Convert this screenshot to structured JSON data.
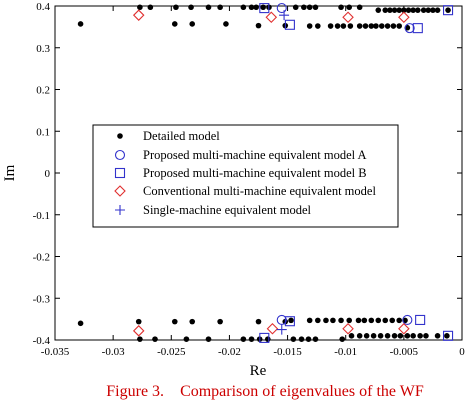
{
  "chart_data": {
    "type": "scatter",
    "title": "",
    "xlabel": "Re",
    "ylabel": "Im",
    "xlim": [
      -0.035,
      0
    ],
    "ylim": [
      -0.4,
      0.4
    ],
    "grid": false,
    "legend_position": "center-left",
    "x_ticks": [
      -0.035,
      -0.03,
      -0.025,
      -0.02,
      -0.015,
      -0.01,
      -0.005,
      0
    ],
    "x_tick_labels": [
      "-0.035",
      "-0.03",
      "-0.025",
      "-0.02",
      "-0.015",
      "-0.01",
      "-0.005",
      "0"
    ],
    "y_ticks": [
      -0.4,
      -0.3,
      -0.2,
      -0.1,
      0,
      0.1,
      0.2,
      0.3,
      0.4
    ],
    "y_tick_labels": [
      "-0.4",
      "-0.3",
      "-0.2",
      "-0.1",
      "0",
      "0.1",
      "0.2",
      "0.3",
      "0.4"
    ],
    "series": [
      {
        "name": "Detailed model",
        "marker": "dot",
        "color": "#000000",
        "points": [
          [
            -0.0328,
            0.357
          ],
          [
            -0.0277,
            0.397
          ],
          [
            -0.0268,
            0.397
          ],
          [
            -0.0246,
            0.397
          ],
          [
            -0.0233,
            0.397
          ],
          [
            -0.0218,
            0.397
          ],
          [
            -0.0208,
            0.397
          ],
          [
            -0.0247,
            0.357
          ],
          [
            -0.0232,
            0.357
          ],
          [
            -0.0203,
            0.357
          ],
          [
            -0.0188,
            0.397
          ],
          [
            -0.0181,
            0.397
          ],
          [
            -0.0177,
            0.397
          ],
          [
            -0.0171,
            0.397
          ],
          [
            -0.0166,
            0.397
          ],
          [
            -0.0143,
            0.397
          ],
          [
            -0.0136,
            0.397
          ],
          [
            -0.0131,
            0.397
          ],
          [
            -0.0126,
            0.397
          ],
          [
            -0.0104,
            0.397
          ],
          [
            -0.0097,
            0.397
          ],
          [
            -0.0088,
            0.397
          ],
          [
            -0.0072,
            0.39
          ],
          [
            -0.0066,
            0.39
          ],
          [
            -0.0062,
            0.39
          ],
          [
            -0.0058,
            0.39
          ],
          [
            -0.0054,
            0.39
          ],
          [
            -0.005,
            0.39
          ],
          [
            -0.0046,
            0.39
          ],
          [
            -0.0042,
            0.39
          ],
          [
            -0.0038,
            0.39
          ],
          [
            -0.0033,
            0.39
          ],
          [
            -0.0029,
            0.39
          ],
          [
            -0.0025,
            0.39
          ],
          [
            -0.0021,
            0.39
          ],
          [
            -0.0012,
            0.39
          ],
          [
            -0.0175,
            0.353
          ],
          [
            -0.0152,
            0.353
          ],
          [
            -0.0131,
            0.352
          ],
          [
            -0.0124,
            0.352
          ],
          [
            -0.0113,
            0.352
          ],
          [
            -0.0107,
            0.352
          ],
          [
            -0.0102,
            0.352
          ],
          [
            -0.0096,
            0.352
          ],
          [
            -0.0088,
            0.352
          ],
          [
            -0.0083,
            0.352
          ],
          [
            -0.0078,
            0.352
          ],
          [
            -0.0074,
            0.352
          ],
          [
            -0.0069,
            0.352
          ],
          [
            -0.0064,
            0.352
          ],
          [
            -0.0059,
            0.352
          ],
          [
            -0.0054,
            0.352
          ],
          [
            -0.0047,
            0.348
          ],
          [
            -0.0328,
            -0.36
          ],
          [
            -0.0278,
            -0.356
          ],
          [
            -0.0247,
            -0.356
          ],
          [
            -0.0232,
            -0.356
          ],
          [
            -0.0208,
            -0.356
          ],
          [
            -0.0175,
            -0.356
          ],
          [
            -0.0152,
            -0.356
          ],
          [
            -0.0147,
            -0.353
          ],
          [
            -0.0131,
            -0.353
          ],
          [
            -0.0124,
            -0.353
          ],
          [
            -0.0117,
            -0.353
          ],
          [
            -0.0111,
            -0.353
          ],
          [
            -0.0104,
            -0.353
          ],
          [
            -0.0097,
            -0.353
          ],
          [
            -0.0089,
            -0.353
          ],
          [
            -0.0084,
            -0.353
          ],
          [
            -0.0078,
            -0.353
          ],
          [
            -0.0072,
            -0.353
          ],
          [
            -0.0066,
            -0.353
          ],
          [
            -0.006,
            -0.353
          ],
          [
            -0.0054,
            -0.353
          ],
          [
            -0.0049,
            -0.353
          ],
          [
            -0.0277,
            -0.398
          ],
          [
            -0.0264,
            -0.398
          ],
          [
            -0.0237,
            -0.398
          ],
          [
            -0.0218,
            -0.398
          ],
          [
            -0.0188,
            -0.398
          ],
          [
            -0.0181,
            -0.398
          ],
          [
            -0.0174,
            -0.398
          ],
          [
            -0.0167,
            -0.398
          ],
          [
            -0.0145,
            -0.398
          ],
          [
            -0.0138,
            -0.398
          ],
          [
            -0.0132,
            -0.398
          ],
          [
            -0.0126,
            -0.398
          ],
          [
            -0.0103,
            -0.398
          ],
          [
            -0.0095,
            -0.39
          ],
          [
            -0.0088,
            -0.39
          ],
          [
            -0.0082,
            -0.39
          ],
          [
            -0.0076,
            -0.39
          ],
          [
            -0.007,
            -0.39
          ],
          [
            -0.0064,
            -0.39
          ],
          [
            -0.0058,
            -0.39
          ],
          [
            -0.0053,
            -0.39
          ],
          [
            -0.0047,
            -0.39
          ],
          [
            -0.0042,
            -0.39
          ],
          [
            -0.0036,
            -0.39
          ],
          [
            -0.0031,
            -0.39
          ],
          [
            -0.0021,
            -0.39
          ],
          [
            -0.0013,
            -0.39
          ]
        ]
      },
      {
        "name": "Proposed multi-machine equivalent model A",
        "marker": "circle",
        "color": "#3333cc",
        "points": [
          [
            -0.0155,
            0.395
          ],
          [
            -0.0045,
            0.347
          ],
          [
            -0.0155,
            -0.352
          ],
          [
            -0.0047,
            -0.352
          ]
        ]
      },
      {
        "name": "Proposed multi-machine equivalent model B",
        "marker": "square",
        "color": "#3333cc",
        "points": [
          [
            -0.017,
            0.395
          ],
          [
            -0.0148,
            0.355
          ],
          [
            -0.0038,
            0.347
          ],
          [
            -0.0012,
            0.39
          ],
          [
            -0.0148,
            -0.355
          ],
          [
            -0.017,
            -0.395
          ],
          [
            -0.0036,
            -0.352
          ],
          [
            -0.0012,
            -0.39
          ]
        ]
      },
      {
        "name": "Conventional multi-machine equivalent model",
        "marker": "diamond",
        "color": "#e03030",
        "points": [
          [
            -0.0278,
            0.378
          ],
          [
            -0.0164,
            0.373
          ],
          [
            -0.0098,
            0.373
          ],
          [
            -0.005,
            0.373
          ],
          [
            -0.0278,
            -0.378
          ],
          [
            -0.0163,
            -0.373
          ],
          [
            -0.0098,
            -0.373
          ],
          [
            -0.005,
            -0.373
          ]
        ]
      },
      {
        "name": "Single-machine equivalent model",
        "marker": "plus",
        "color": "#3333cc",
        "points": [
          [
            -0.0153,
            0.378
          ],
          [
            -0.0155,
            -0.375
          ]
        ]
      }
    ]
  },
  "caption": {
    "label": "Figure 3.",
    "text": "Comparison of eigenvalues of the WF"
  }
}
